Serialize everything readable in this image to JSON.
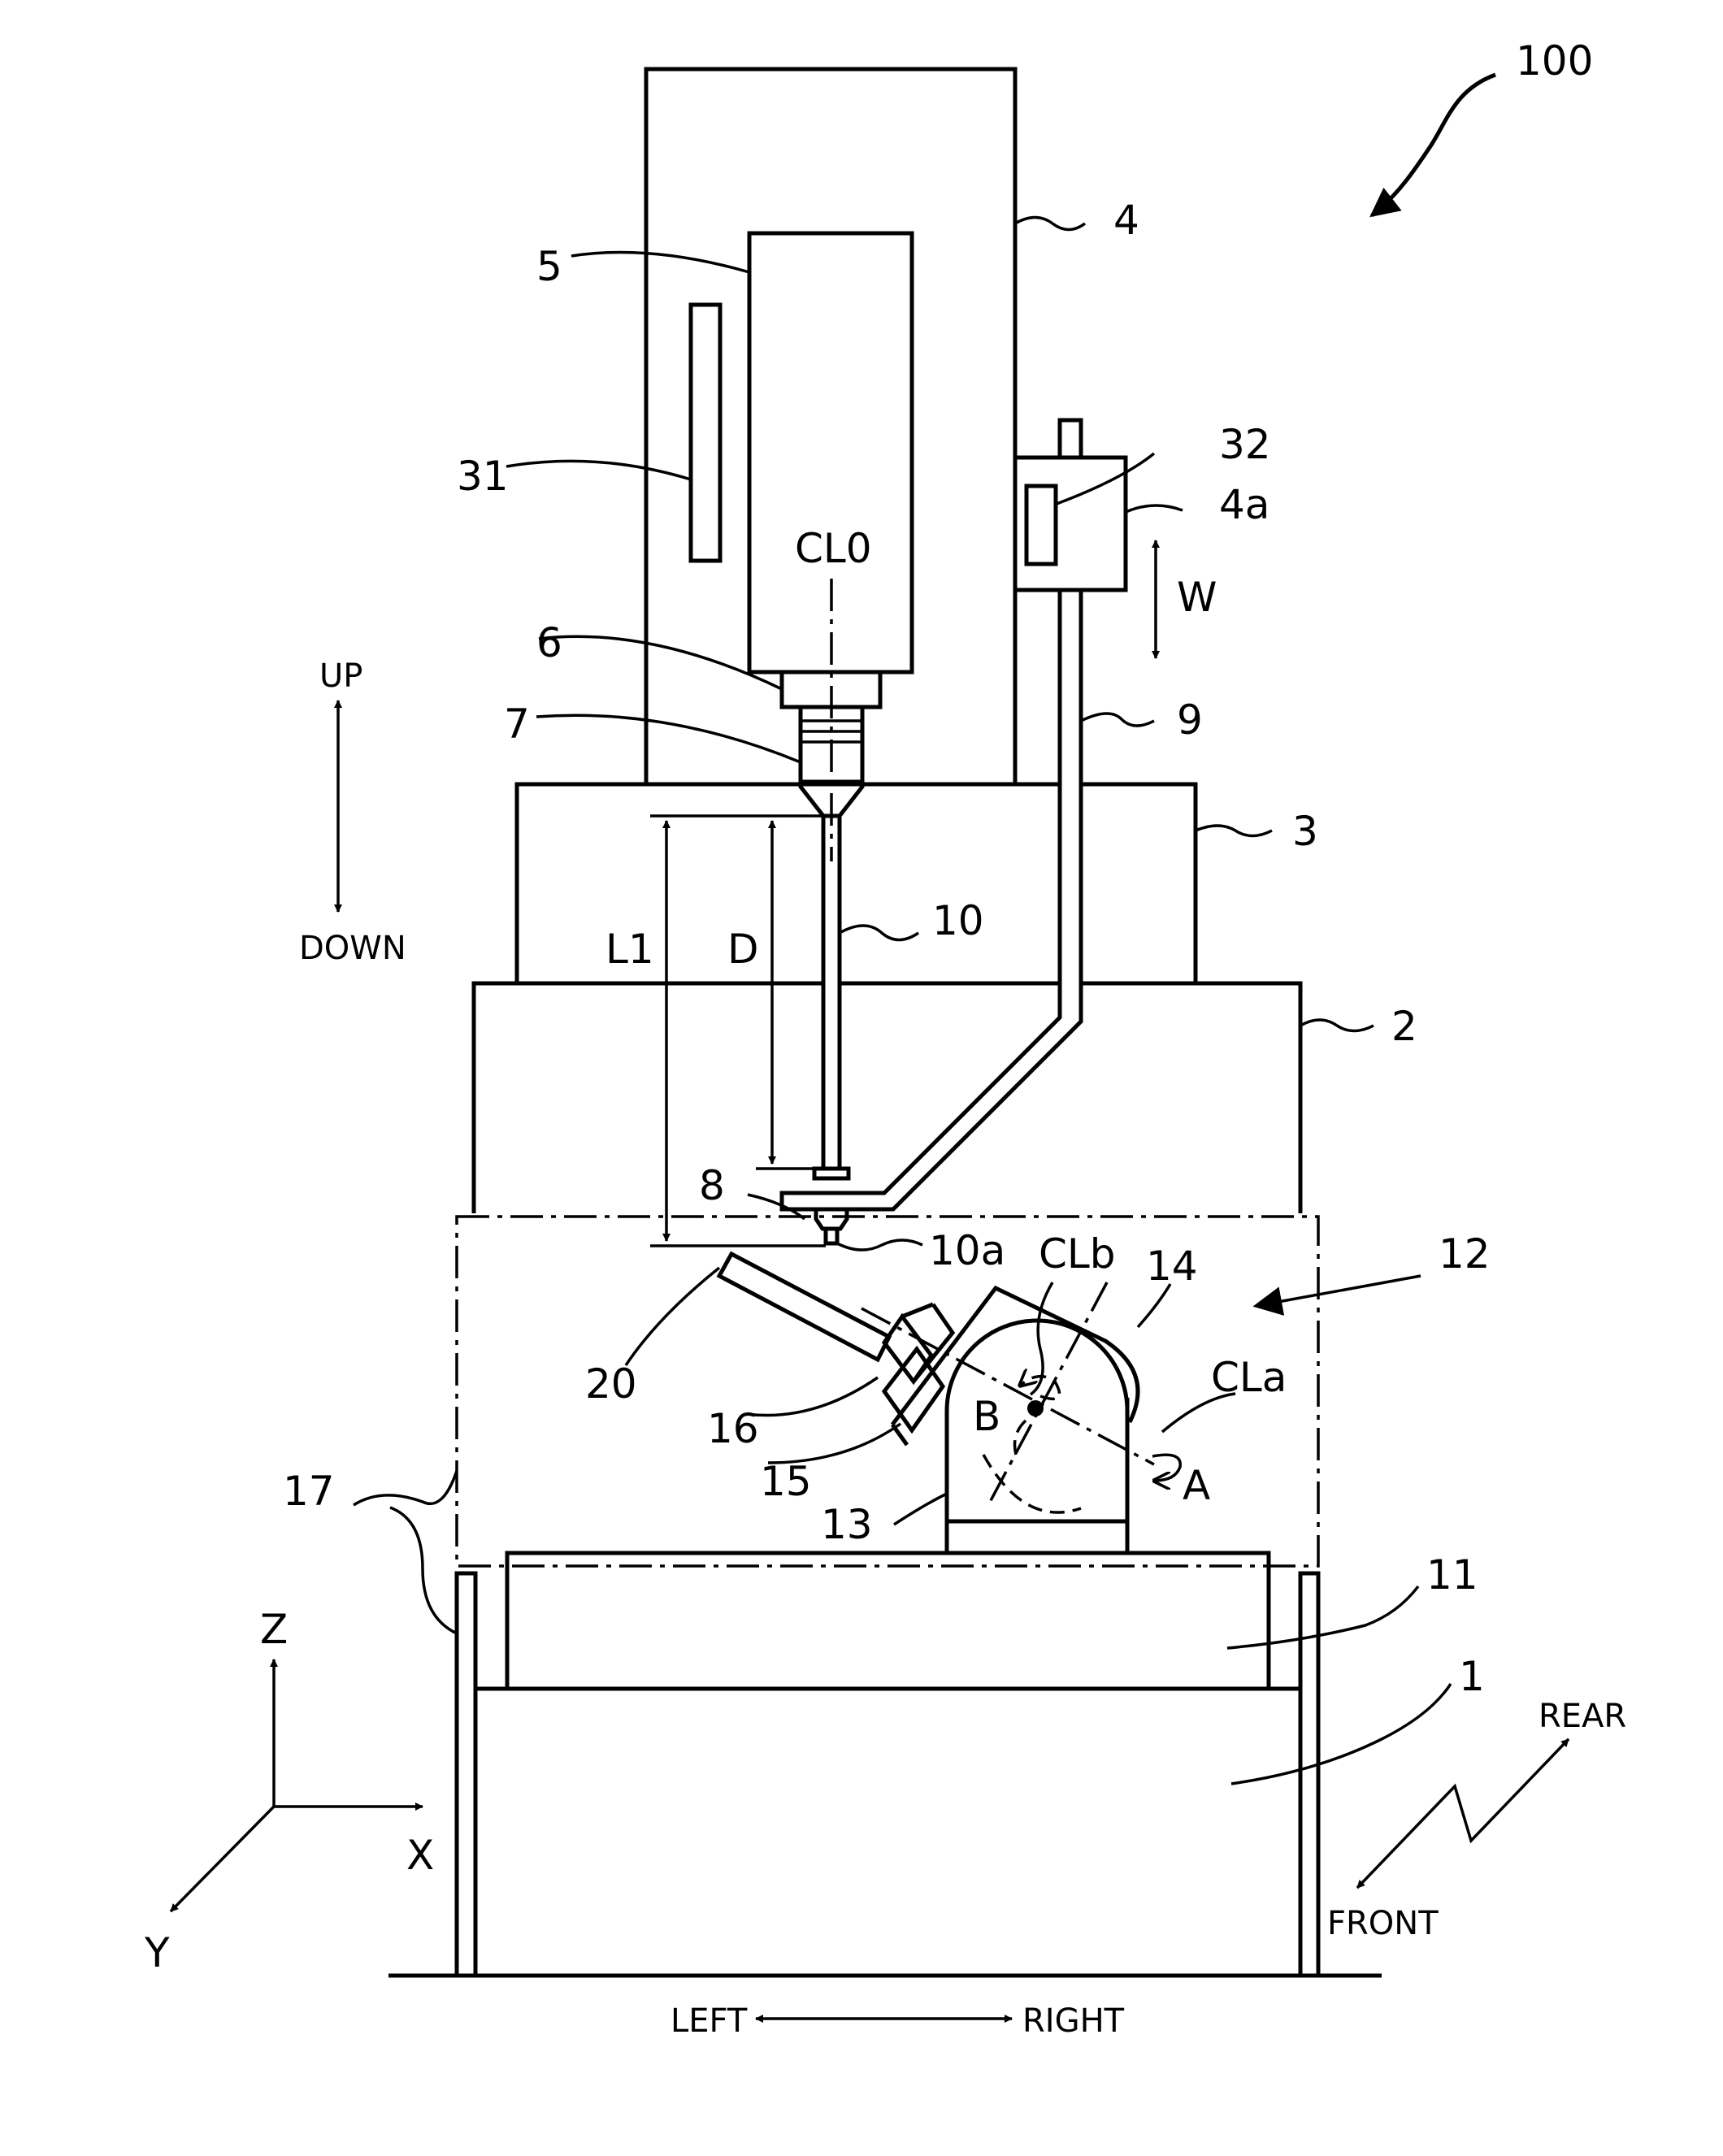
{
  "labels": {
    "l100": "100",
    "l4": "4",
    "l5": "5",
    "l31": "31",
    "l32": "32",
    "l4a": "4a",
    "lW": "W",
    "lCL0": "CL0",
    "l6": "6",
    "l7": "7",
    "l9": "9",
    "l3": "3",
    "l10": "10",
    "lL1": "L1",
    "lD": "D",
    "l2": "2",
    "l8": "8",
    "l10a": "10a",
    "lCLb": "CLb",
    "l14": "14",
    "l12": "12",
    "l20": "20",
    "lCLa": "CLa",
    "l16": "16",
    "lB": "B",
    "l15": "15",
    "lA": "A",
    "l17": "17",
    "l13": "13",
    "l11": "11",
    "l1": "1",
    "lZ": "Z",
    "lX": "X",
    "lY": "Y"
  },
  "directions": {
    "up": "UP",
    "down": "DOWN",
    "rear": "REAR",
    "front": "FRONT",
    "left": "LEFT",
    "right": "RIGHT"
  }
}
